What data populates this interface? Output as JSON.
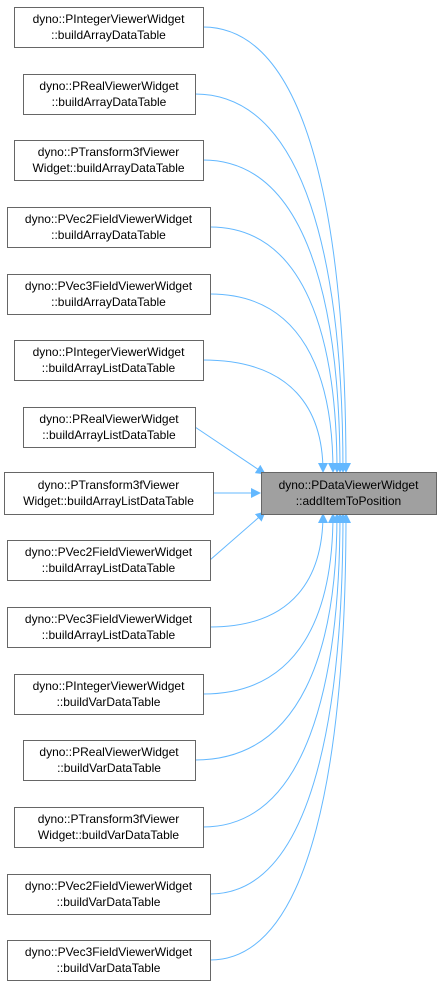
{
  "diagram": {
    "target": {
      "lines": [
        "dyno::PDataViewerWidget",
        "::addItemToPosition"
      ],
      "fill": "#a0a0a0",
      "stroke": "#666666"
    },
    "callers": [
      {
        "lines": [
          "dyno::PIntegerViewerWidget",
          "::buildArrayDataTable"
        ]
      },
      {
        "lines": [
          "dyno::PRealViewerWidget",
          "::buildArrayDataTable"
        ]
      },
      {
        "lines": [
          "dyno::PTransform3fViewer",
          "Widget::buildArrayDataTable"
        ]
      },
      {
        "lines": [
          "dyno::PVec2FieldViewerWidget",
          "::buildArrayDataTable"
        ]
      },
      {
        "lines": [
          "dyno::PVec3FieldViewerWidget",
          "::buildArrayDataTable"
        ]
      },
      {
        "lines": [
          "dyno::PIntegerViewerWidget",
          "::buildArrayListDataTable"
        ]
      },
      {
        "lines": [
          "dyno::PRealViewerWidget",
          "::buildArrayListDataTable"
        ]
      },
      {
        "lines": [
          "dyno::PTransform3fViewer",
          "Widget::buildArrayListDataTable"
        ]
      },
      {
        "lines": [
          "dyno::PVec2FieldViewerWidget",
          "::buildArrayListDataTable"
        ]
      },
      {
        "lines": [
          "dyno::PVec3FieldViewerWidget",
          "::buildArrayListDataTable"
        ]
      },
      {
        "lines": [
          "dyno::PIntegerViewerWidget",
          "::buildVarDataTable"
        ]
      },
      {
        "lines": [
          "dyno::PRealViewerWidget",
          "::buildVarDataTable"
        ]
      },
      {
        "lines": [
          "dyno::PTransform3fViewer",
          "Widget::buildVarDataTable"
        ]
      },
      {
        "lines": [
          "dyno::PVec2FieldViewerWidget",
          "::buildVarDataTable"
        ]
      },
      {
        "lines": [
          "dyno::PVec3FieldViewerWidget",
          "::buildVarDataTable"
        ]
      }
    ],
    "colors": {
      "node_fill": "#ffffff",
      "node_stroke": "#666666",
      "edge": "#63b8ff"
    }
  }
}
